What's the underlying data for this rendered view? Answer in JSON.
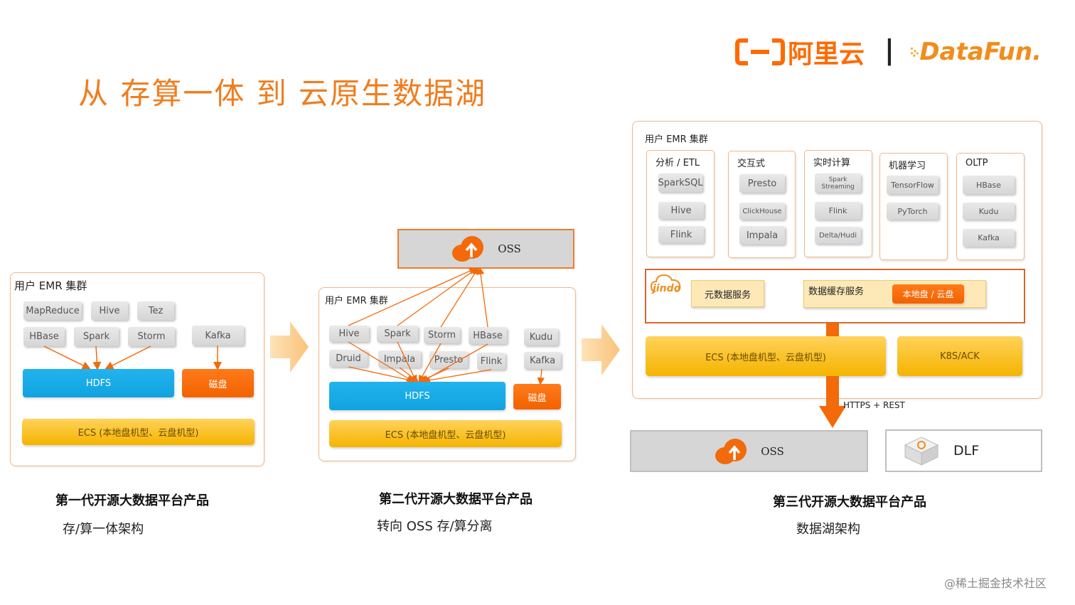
{
  "header": {
    "title": "从 存算一体 到 云原生数据湖",
    "logo_aliyun": "阿里云",
    "logo_separator": "|",
    "logo_datafun": "DataFun."
  },
  "gen1": {
    "cluster_label": "用户 EMR 集群",
    "row1": [
      "MapReduce",
      "Hive",
      "Tez"
    ],
    "row2": [
      "HBase",
      "Spark",
      "Storm"
    ],
    "kafka": "Kafka",
    "hdfs": "HDFS",
    "disk": "磁盘",
    "ecs": "ECS (本地盘机型、云盘机型)",
    "caption_title": "第一代开源大数据平台产品",
    "caption_sub": "存/算一体架构"
  },
  "gen2": {
    "oss": "OSS",
    "cluster_label": "用户 EMR 集群",
    "row1": [
      "Hive",
      "Spark",
      "Storm",
      "HBase"
    ],
    "row2": [
      "Druid",
      "Impala",
      "Presto",
      "Flink"
    ],
    "kudu": "Kudu",
    "kafka": "Kafka",
    "hdfs": "HDFS",
    "disk": "磁盘",
    "ecs": "ECS (本地盘机型、云盘机型)",
    "caption_title": "第二代开源大数据平台产品",
    "caption_sub": "转向 OSS 存/算分离"
  },
  "gen3": {
    "cluster_label": "用户 EMR 集群",
    "columns": [
      {
        "title": "分析 / ETL",
        "items": [
          "SparkSQL",
          "Hive",
          "Flink"
        ]
      },
      {
        "title": "交互式",
        "items": [
          "Presto",
          "ClickHouse",
          "Impala"
        ]
      },
      {
        "title": "实时计算",
        "items": [
          "Spark Streaming",
          "Flink",
          "Delta/Hudi"
        ]
      },
      {
        "title": "机器学习",
        "items": [
          "TensorFlow",
          "PyTorch"
        ]
      },
      {
        "title": "OLTP",
        "items": [
          "HBase",
          "Kudu",
          "Kafka"
        ]
      }
    ],
    "jindo_logo": "jindo",
    "metadata_service": "元数据服务",
    "cache_service": "数据缓存服务",
    "cache_storage": "本地盘 / 云盘",
    "ecs": "ECS (本地盘机型、云盘机型)",
    "k8s": "K8S/ACK",
    "https_label": "HTTPS + REST",
    "oss": "OSS",
    "dlf": "DLF",
    "caption_title": "第三代开源大数据平台产品",
    "caption_sub": "数据湖架构"
  },
  "watermark": "@稀土掘金技术社区",
  "colors": {
    "accent_orange": "#f07d1f",
    "hdfs_blue": "#1aaae8",
    "disk_orange": "#f26a0a",
    "ecs_yellow": "#f8c12e"
  }
}
